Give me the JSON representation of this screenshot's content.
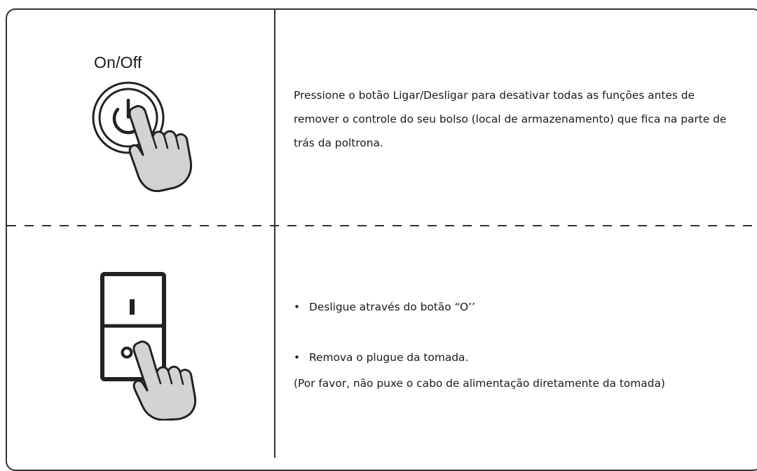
{
  "top_section": {
    "label": "On/Off",
    "instruction": "Pressione o botão Ligar/Desligar para desativar todas as funções antes de remover o controle do seu bolso (local de armazenamento) que fica na parte de trás da poltrona.",
    "icons": [
      "power-button-icon",
      "pressing-hand-icon"
    ]
  },
  "bottom_section": {
    "switch_on_symbol": "I",
    "switch_off_symbol": "O",
    "bullets": [
      "Desligue através do botão “O’’",
      "Remova o plugue da tomada."
    ],
    "bullet_glyph": "•",
    "note": "(Por favor, não puxe o cabo de alimentação diretamente da tomada)",
    "icons": [
      "rocker-switch-icon",
      "pressing-hand-icon"
    ]
  },
  "colors": {
    "line": "#333333",
    "hand_fill": "#d3d3d3",
    "text": "#1a1a1a"
  }
}
